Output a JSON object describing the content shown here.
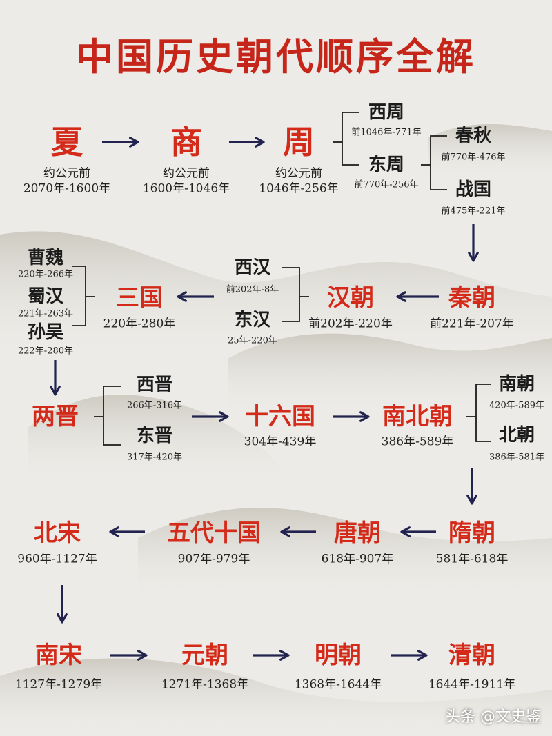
{
  "title": "中国历史朝代顺序全解",
  "watermark": "头条 @文史鉴",
  "colors": {
    "main": "#d42a1a",
    "sub": "#1c1c1c",
    "arrow": "#22234f",
    "title": "#c6261a"
  },
  "nodes": [
    {
      "id": "xia",
      "name": "夏",
      "dates": [
        "约公元前",
        "2070年-1600年"
      ]
    },
    {
      "id": "shang",
      "name": "商",
      "dates": [
        "约公元前",
        "1600年-1046年"
      ]
    },
    {
      "id": "zhou",
      "name": "周",
      "dates": [
        "约公元前",
        "1046年-256年"
      ]
    },
    {
      "id": "xizhou",
      "name": "西周",
      "dates": [
        "前1046年-771年"
      ]
    },
    {
      "id": "dongzhou",
      "name": "东周",
      "dates": [
        "前770年-256年"
      ]
    },
    {
      "id": "chunqiu",
      "name": "春秋",
      "dates": [
        "前770年-476年"
      ]
    },
    {
      "id": "zhanguo",
      "name": "战国",
      "dates": [
        "前475年-221年"
      ]
    },
    {
      "id": "qin",
      "name": "秦朝",
      "dates": [
        "前221年-207年"
      ]
    },
    {
      "id": "han",
      "name": "汉朝",
      "dates": [
        "前202年-220年"
      ]
    },
    {
      "id": "xihan",
      "name": "西汉",
      "dates": [
        "前202年-8年"
      ]
    },
    {
      "id": "donghan",
      "name": "东汉",
      "dates": [
        "25年-220年"
      ]
    },
    {
      "id": "sanguo",
      "name": "三国",
      "dates": [
        "220年-280年"
      ]
    },
    {
      "id": "caowei",
      "name": "曹魏",
      "dates": [
        "220年-266年"
      ]
    },
    {
      "id": "shuhan",
      "name": "蜀汉",
      "dates": [
        "221年-263年"
      ]
    },
    {
      "id": "sunwu",
      "name": "孙吴",
      "dates": [
        "222年-280年"
      ]
    },
    {
      "id": "liangjin",
      "name": "两晋",
      "dates": []
    },
    {
      "id": "xijin",
      "name": "西晋",
      "dates": [
        "266年-316年"
      ]
    },
    {
      "id": "dongjin",
      "name": "东晋",
      "dates": [
        "317年-420年"
      ]
    },
    {
      "id": "shiliu",
      "name": "十六国",
      "dates": [
        "304年-439年"
      ]
    },
    {
      "id": "nanbei",
      "name": "南北朝",
      "dates": [
        "386年-589年"
      ]
    },
    {
      "id": "nanchao",
      "name": "南朝",
      "dates": [
        "420年-589年"
      ]
    },
    {
      "id": "beichao",
      "name": "北朝",
      "dates": [
        "386年-581年"
      ]
    },
    {
      "id": "sui",
      "name": "隋朝",
      "dates": [
        "581年-618年"
      ]
    },
    {
      "id": "tang",
      "name": "唐朝",
      "dates": [
        "618年-907年"
      ]
    },
    {
      "id": "wudai",
      "name": "五代十国",
      "dates": [
        "907年-979年"
      ]
    },
    {
      "id": "beisong",
      "name": "北宋",
      "dates": [
        "960年-1127年"
      ]
    },
    {
      "id": "nansong",
      "name": "南宋",
      "dates": [
        "1127年-1279年"
      ]
    },
    {
      "id": "yuan",
      "name": "元朝",
      "dates": [
        "1271年-1368年"
      ]
    },
    {
      "id": "ming",
      "name": "明朝",
      "dates": [
        "1368年-1644年"
      ]
    },
    {
      "id": "qing",
      "name": "清朝",
      "dates": [
        "1644年-1911年"
      ]
    }
  ]
}
